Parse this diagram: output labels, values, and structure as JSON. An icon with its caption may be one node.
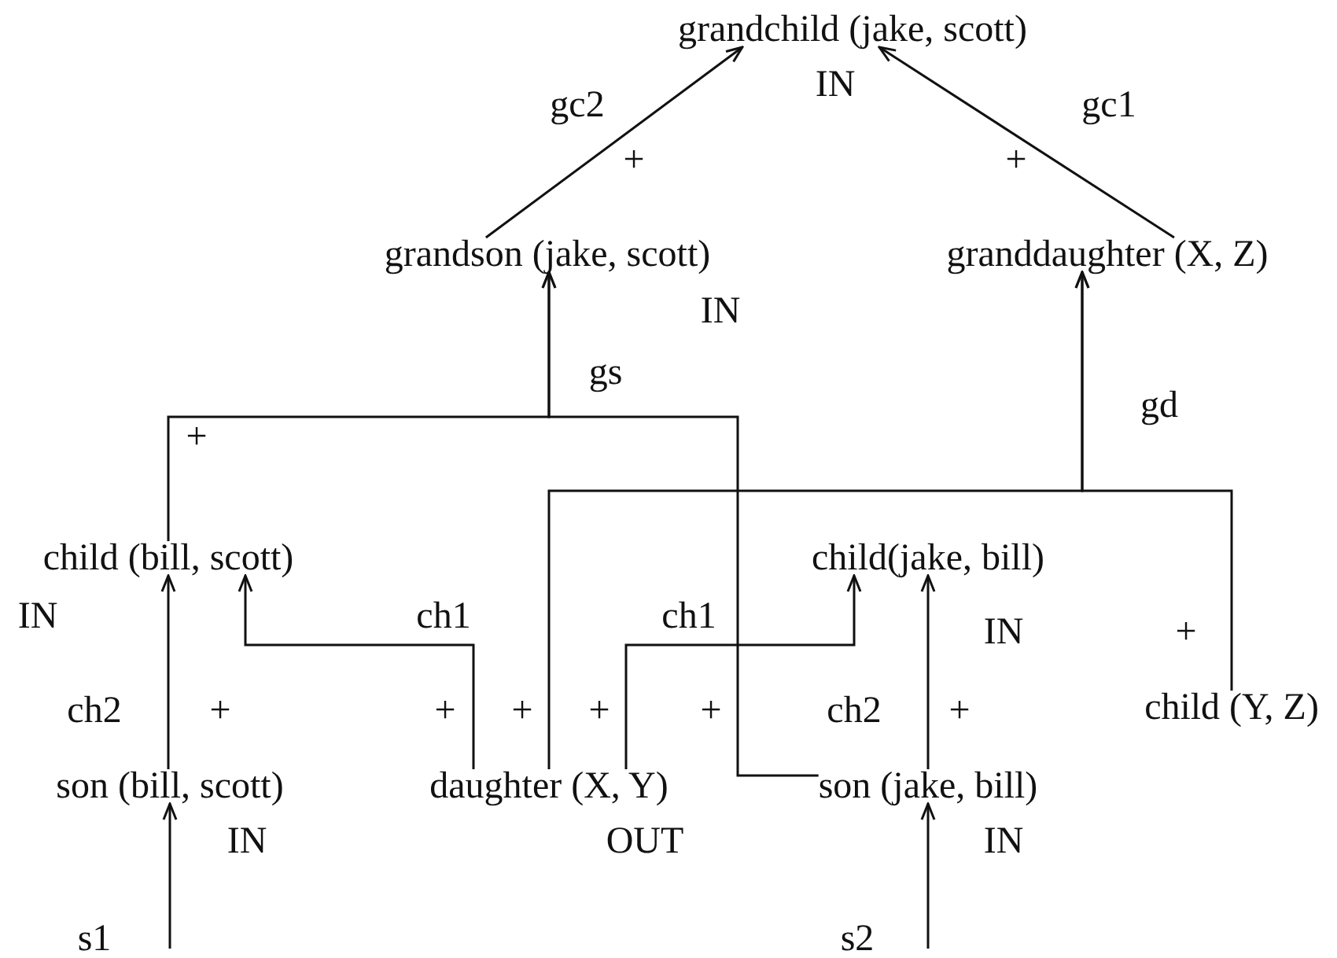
{
  "diagram": {
    "nodes": [
      {
        "text": [
          "grandchild (jake, scott)"
        ],
        "beside": [
          "IN"
        ]
      },
      {
        "text": [
          "grandson (jake, scott)"
        ],
        "beside": [
          "IN"
        ]
      },
      {
        "text": [
          "granddaughter (X, Z)"
        ]
      },
      {
        "text": [
          "child (bill, scott)"
        ],
        "beside": [
          "IN"
        ]
      },
      {
        "text": [
          "child(jake, bill)"
        ],
        "beside": [
          "IN"
        ]
      },
      {
        "text": [
          "child (Y, Z)"
        ]
      },
      {
        "text": [
          "son (bill, scott)"
        ],
        "beside": [
          "IN"
        ]
      },
      {
        "text": [
          "daughter (X, Y)"
        ],
        "beside": [
          "OUT"
        ]
      },
      {
        "text": [
          "son (jake, bill)"
        ],
        "beside": [
          "IN"
        ]
      }
    ],
    "edges": [
      {
        "from": 1,
        "to": 0,
        "arrow": "to",
        "label": "gc2"
      },
      {
        "from": 2,
        "to": 0,
        "arrow": "to",
        "label": "gc1"
      },
      {
        "from": 3,
        "to": 1,
        "arrow": "to",
        "label": "gs"
      },
      {
        "from": 8,
        "to": 1,
        "arrow": "to"
      },
      {
        "from": 7,
        "to": 2,
        "arrow": "to",
        "label": "gd"
      },
      {
        "from": 5,
        "to": 2,
        "arrow": "to"
      },
      {
        "from": 6,
        "to": 3,
        "arrow": "to",
        "label": "ch2"
      },
      {
        "from": 7,
        "to": 3,
        "arrow": "to",
        "label": "ch1"
      },
      {
        "from": 7,
        "to": 4,
        "arrow": "to",
        "label": "ch1"
      },
      {
        "from": 8,
        "to": 4,
        "arrow": "to",
        "label": "ch2"
      },
      {
        "from": null,
        "to": 6,
        "arrow": "to",
        "label": "s1"
      },
      {
        "from": null,
        "to": 8,
        "arrow": "to",
        "label": "s2"
      }
    ],
    "labels": [
      "+",
      "+",
      "+",
      "+",
      "+",
      "+",
      "+",
      "+",
      "+",
      "+"
    ]
  }
}
